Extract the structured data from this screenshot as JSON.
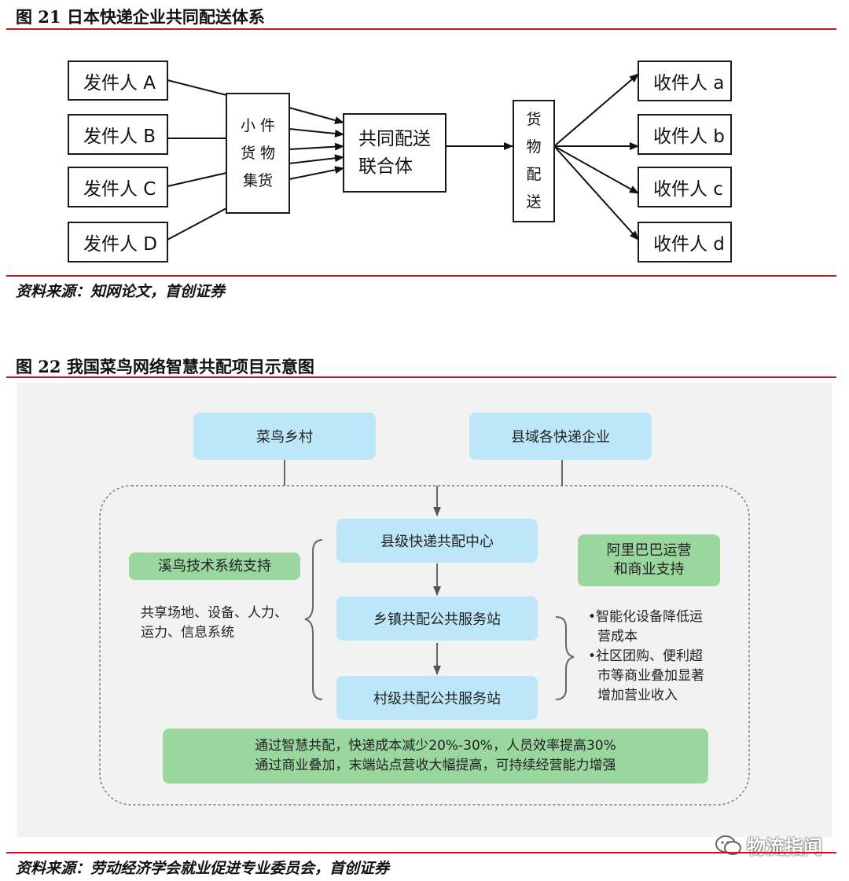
{
  "figure21": {
    "title": "图 21  日本快递企业共同配送体系",
    "senders": [
      "发件人 A",
      "发件人 B",
      "发件人 C",
      "发件人 D"
    ],
    "consolidation": [
      "小 件",
      "货 物",
      "集货"
    ],
    "hub": [
      "共同配送",
      "联合体"
    ],
    "delivery": [
      "货",
      "物",
      "配",
      "送"
    ],
    "receivers": [
      "收件人 a",
      "收件人 b",
      "收件人 c",
      "收件人 d"
    ],
    "source": "资料来源：知网论文，首创证券"
  },
  "figure22": {
    "title": "图 22  我国菜鸟网络智慧共配项目示意图",
    "top_left": "菜鸟乡村",
    "top_right": "县域各快递企业",
    "county_center": "县级快递共配中心",
    "town_station": "乡镇共配公共服务站",
    "village_station": "村级共配公共服务站",
    "tech_support": "溪鸟技术系统支持",
    "shared_resources": [
      "共享场地、设备、人力、",
      "运力、信息系统"
    ],
    "alibaba_support": [
      "阿里巴巴运营",
      "和商业支持"
    ],
    "benefits": [
      "•智能化设备降低运",
      "营成本",
      "•社区团购、便利超",
      "市等商业叠加显著",
      "增加营业收入"
    ],
    "result": [
      "通过智慧共配，快递成本减少20%-30%，人员效率提高30%",
      "通过商业叠加，末端站点营收大幅提高，可持续经营能力增强"
    ],
    "source": "资料来源：劳动经济学会就业促进专业委员会，首创证券"
  },
  "watermark": "物流指闻",
  "colors": {
    "accent_red": "#c8161d",
    "blue_box": "#bde7f8",
    "green_box": "#9ad79f",
    "panel_bg": "#f2f2f2"
  }
}
